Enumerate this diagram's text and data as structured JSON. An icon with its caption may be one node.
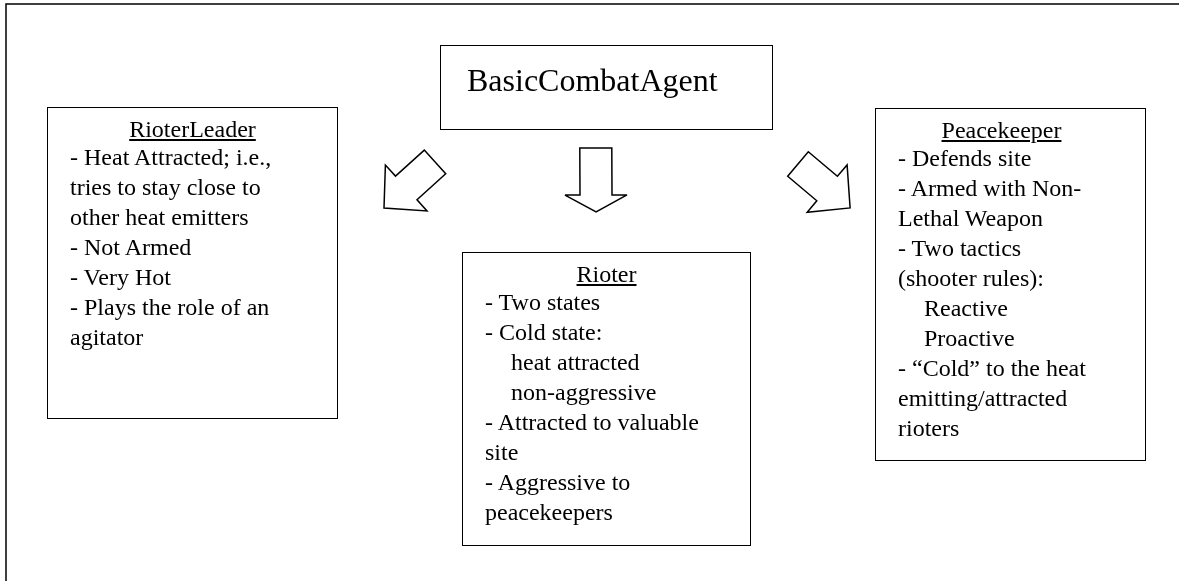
{
  "diagram": {
    "nodes": [
      {
        "text": [
          "BasicCombatAgent"
        ]
      },
      {
        "text": [
          "RioterLeader",
          "- Heat Attracted; i.e., tries to stay close to other heat emitters",
          "- Not Armed",
          "- Very Hot",
          "- Plays the role of an agitator"
        ]
      },
      {
        "text": [
          "Rioter",
          "- Two states",
          "- Cold state:",
          "heat attracted",
          "non-aggressive",
          "- Attracted to valuable site",
          "- Aggressive to peacekeepers"
        ]
      },
      {
        "text": [
          "Peacekeeper",
          "- Defends site",
          "- Armed with Non-Lethal Weapon",
          "- Two tactics (shooter rules):",
          "Reactive",
          "Proactive",
          "- “Cold” to the heat emitting/attracted rioters"
        ]
      }
    ],
    "edges": [
      {
        "from": 0,
        "to": 1,
        "arrow": "to"
      },
      {
        "from": 0,
        "to": 2,
        "arrow": "to"
      },
      {
        "from": 0,
        "to": 3,
        "arrow": "to"
      }
    ]
  }
}
